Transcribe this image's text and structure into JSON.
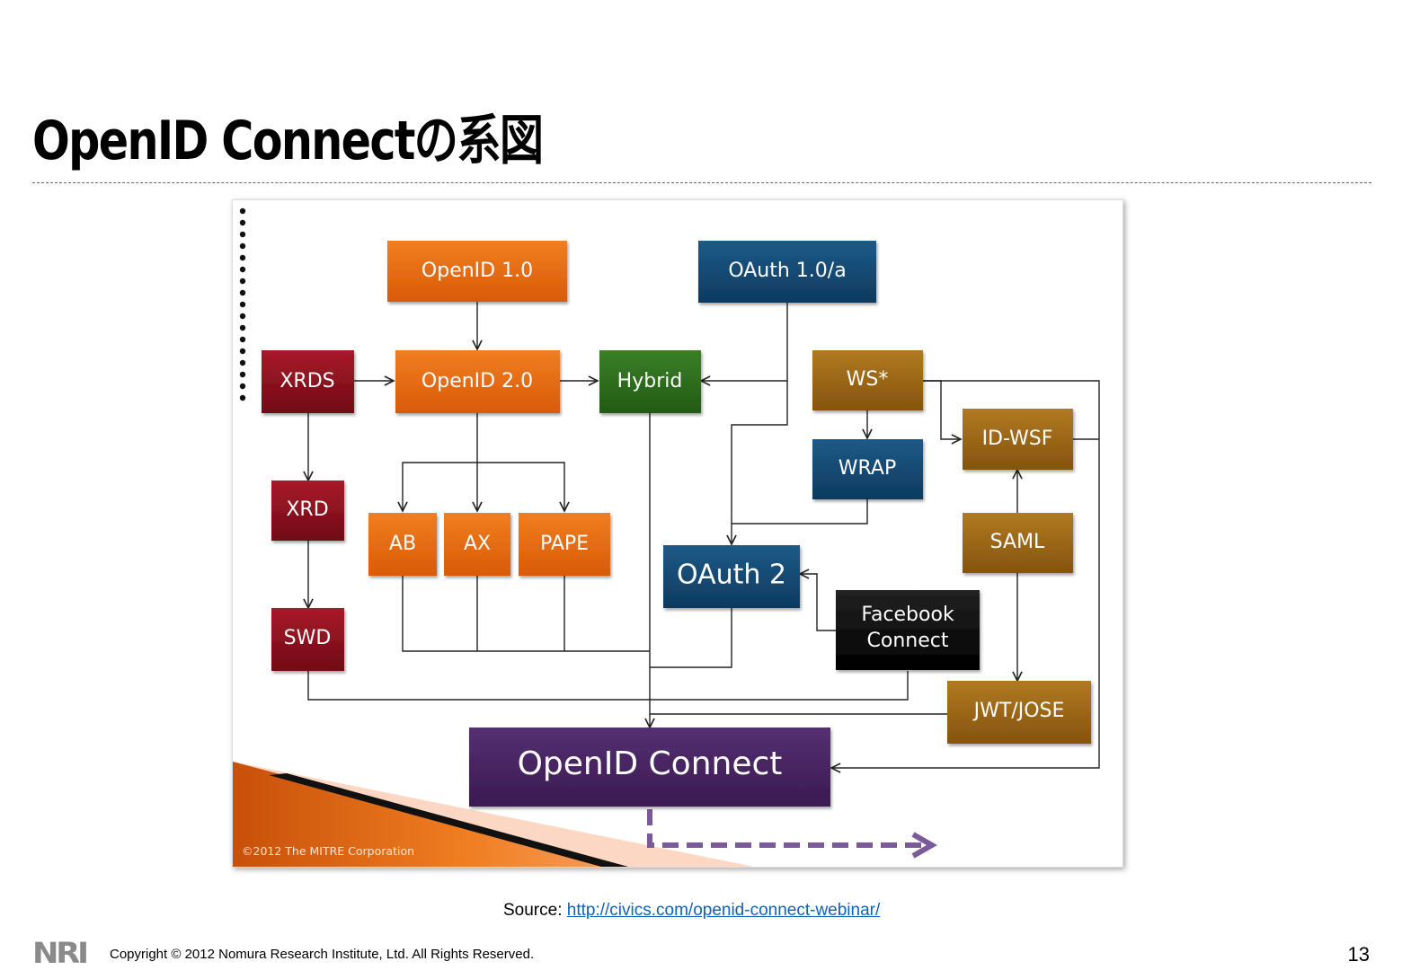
{
  "slide": {
    "title": "OpenID Connectの系図",
    "source_label": "Source:",
    "source_link": "http://civics.com/openid-connect-webinar/",
    "footer_logo": "NRI",
    "copyright": "Copyright © 2012 Nomura Research Institute, Ltd. All Rights Reserved.",
    "page_number": "13"
  },
  "figure": {
    "credit": "©2012 The MITRE Corporation",
    "nodes": {
      "openid10": "OpenID 1.0",
      "oauth10a": "OAuth 1.0/a",
      "xrds": "XRDS",
      "openid20": "OpenID 2.0",
      "hybrid": "Hybrid",
      "ws": "WS*",
      "idwsf": "ID-WSF",
      "wrap": "WRAP",
      "xrd": "XRD",
      "ab": "AB",
      "ax": "AX",
      "pape": "PAPE",
      "oauth2": "OAuth 2",
      "saml": "SAML",
      "facebook_line1": "Facebook",
      "facebook_line2": "Connect",
      "swd": "SWD",
      "jwtjose": "JWT/JOSE",
      "openidconnect": "OpenID Connect"
    },
    "colors": {
      "orange": "#e8650c",
      "navy": "#14466e",
      "red": "#8e1020",
      "green": "#2e6e1e",
      "brown": "#9a6414",
      "black": "#111111",
      "purple": "#47245f"
    }
  }
}
